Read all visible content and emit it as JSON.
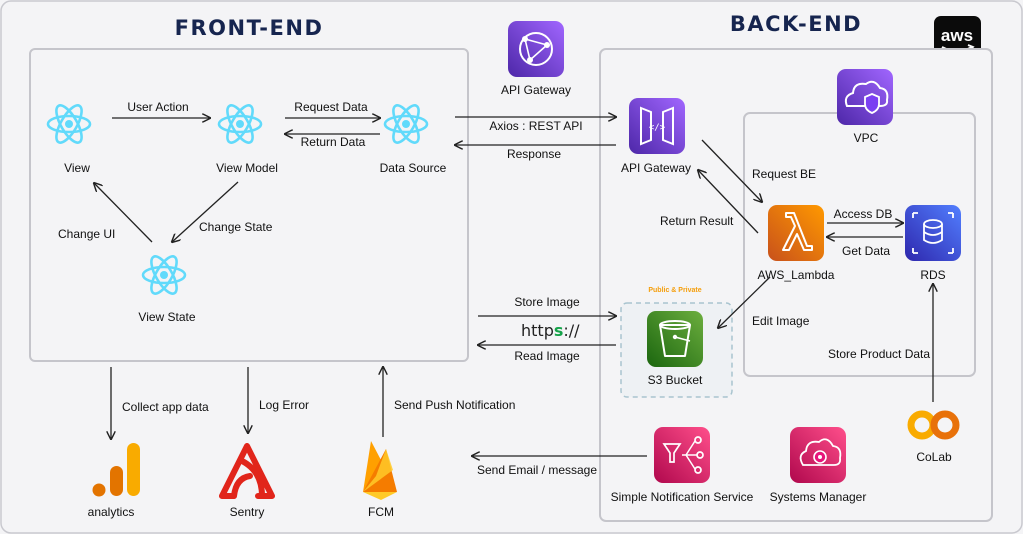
{
  "headers": {
    "frontend": "FRONT-END",
    "backend": "BACK-END"
  },
  "aws_logo": "aws",
  "nodes": {
    "view": "View",
    "view_model": "View Model",
    "data_source": "Data Source",
    "view_state": "View State",
    "api_gateway_top": "API Gateway",
    "api_gateway": "API Gateway",
    "vpc": "VPC",
    "lambda": "AWS_Lambda",
    "rds": "RDS",
    "s3": "S3 Bucket",
    "s3_badge": "Public & Private",
    "sns": "Simple Notification Service",
    "ssm": "Systems Manager",
    "colab": "CoLab",
    "analytics": "analytics",
    "sentry": "Sentry",
    "fcm": "FCM"
  },
  "edges": {
    "user_action": "User Action",
    "request_data": "Request Data",
    "return_data": "Return Data",
    "change_state": "Change State",
    "change_ui": "Change UI",
    "axios": "Axios : REST API",
    "response": "Response",
    "request_be": "Request BE",
    "return_result": "Return Result",
    "access_db": "Access DB",
    "get_data": "Get Data",
    "store_image": "Store Image",
    "read_image": "Read Image",
    "edit_image": "Edit Image",
    "store_product": "Store Product Data",
    "collect": "Collect app data",
    "log_error": "Log Error",
    "push": "Send Push Notification",
    "send_email": "Send Email / message"
  },
  "https": {
    "a": "http",
    "b": "s",
    "c": "://"
  },
  "colors": {
    "react": "#61dafb",
    "header": "#16254f",
    "aws_purple": "#7b3ff2",
    "aws_orange": "#ed7100",
    "aws_blue": "#3b48cc",
    "aws_green": "#3f8624",
    "aws_pink": "#e7157b",
    "badge": "#f59e0b"
  }
}
